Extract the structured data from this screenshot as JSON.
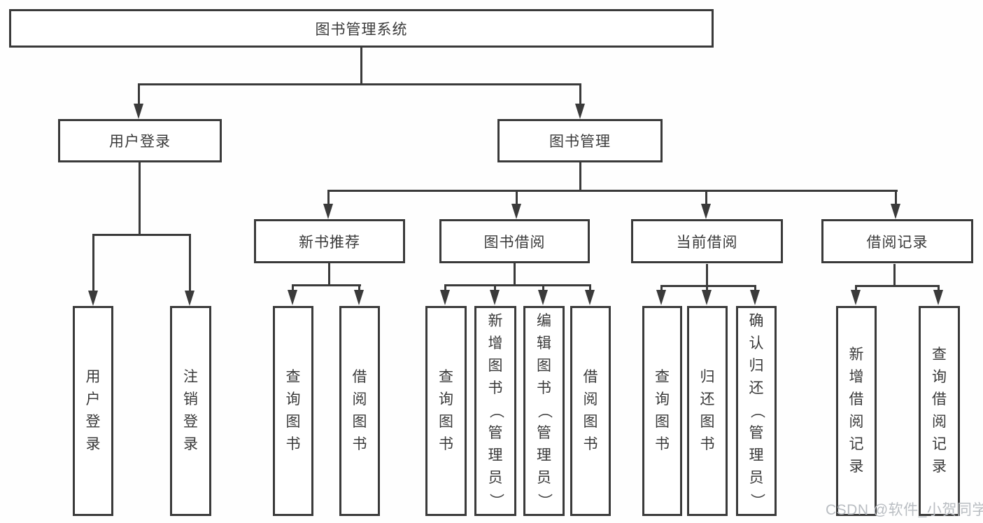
{
  "tree": {
    "root": {
      "label": "图书管理系统"
    },
    "branches": [
      {
        "label": "用户登录",
        "leaves": [
          {
            "label": "用户登录"
          },
          {
            "label": "注销登录"
          }
        ]
      },
      {
        "label": "图书管理",
        "sections": [
          {
            "label": "新书推荐",
            "leaves": [
              {
                "label": "查询图书"
              },
              {
                "label": "借阅图书"
              }
            ]
          },
          {
            "label": "图书借阅",
            "leaves": [
              {
                "label": "查询图书"
              },
              {
                "label": "新增图书（管理员）"
              },
              {
                "label": "编辑图书（管理员）"
              },
              {
                "label": "借阅图书"
              }
            ]
          },
          {
            "label": "当前借阅",
            "leaves": [
              {
                "label": "查询图书"
              },
              {
                "label": "归还图书"
              },
              {
                "label": "确认归还（管理员）"
              }
            ]
          },
          {
            "label": "借阅记录",
            "leaves": [
              {
                "label": "新增借阅记录"
              },
              {
                "label": "查询借阅记录"
              }
            ]
          }
        ]
      }
    ]
  },
  "watermark": {
    "text": "CSDN @软件_小贺同学",
    "color": "#b9bdc2"
  },
  "colors": {
    "line": "#3a3a3a",
    "text": "#3a3a3a",
    "background": "#ffffff"
  }
}
